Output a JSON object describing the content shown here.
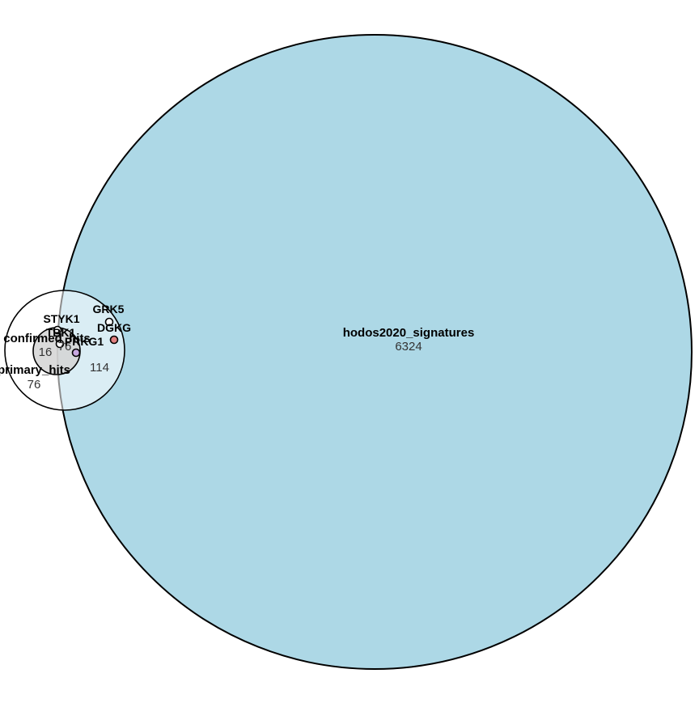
{
  "diagram": {
    "type": "euler",
    "sets": [
      {
        "id": "hodos",
        "label": "hodos2020_signatures",
        "color": "#add8e6"
      },
      {
        "id": "primary",
        "label": "primary_hits",
        "color": "#ffffff"
      },
      {
        "id": "confirmed",
        "label": "confirmed_hits",
        "color": "#d3d3d3"
      }
    ],
    "regions": [
      {
        "id": "hodos_only",
        "count": "6324"
      },
      {
        "id": "primary_only",
        "count": "76"
      },
      {
        "id": "confirmed_only",
        "count": "16"
      },
      {
        "id": "primary_hodos",
        "count": "114"
      },
      {
        "id": "all_three",
        "count": "76"
      }
    ],
    "genes": [
      {
        "name": "GRK5",
        "color": "#ffffff"
      },
      {
        "name": "DGKG",
        "color": "#e08080"
      },
      {
        "name": "STYK1",
        "color": "#ffffff"
      },
      {
        "name": "TBK1",
        "color": "#ffffff"
      },
      {
        "name": "PRKG1",
        "color": "#c8a8e0"
      }
    ]
  }
}
